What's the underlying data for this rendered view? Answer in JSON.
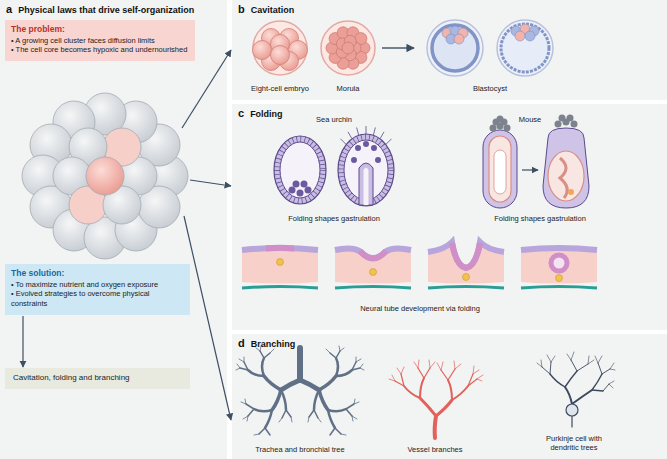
{
  "diagram": {
    "nodes": [
      {
        "text": [
          "a",
          "Physical laws that drive self-organization"
        ]
      },
      {
        "text": [
          "The problem:",
          "• A growing cell cluster faces diffusion limits",
          "• The cell core becomes hypoxic and undernourished"
        ],
        "in": 0
      },
      {
        "text": [
          "The solution:",
          "• To maximize nutrient and oxygen exposure",
          "• Evolved strategies to overcome physical constraints"
        ],
        "in": 0
      },
      {
        "text": [
          "Cavitation, folding and branching"
        ],
        "in": 0
      },
      {
        "text": [
          "b",
          "Cavitation"
        ]
      },
      {
        "text": [
          "c",
          "Folding"
        ]
      },
      {
        "text": [
          "d",
          "Branching"
        ]
      }
    ],
    "edges": [
      {
        "from": 2,
        "to": 3,
        "arrow": "to"
      }
    ],
    "labels": [
      "Eight-cell embryo",
      "Morula",
      "Blastocyst",
      "Sea urchin",
      "Mouse",
      "Folding shapes gastrulation",
      "Folding shapes gastrulation",
      "Neural tube development via folding",
      "Trachea and bronchial tree",
      "Vessel branches",
      "Purkinje cell with dendritic trees"
    ]
  }
}
